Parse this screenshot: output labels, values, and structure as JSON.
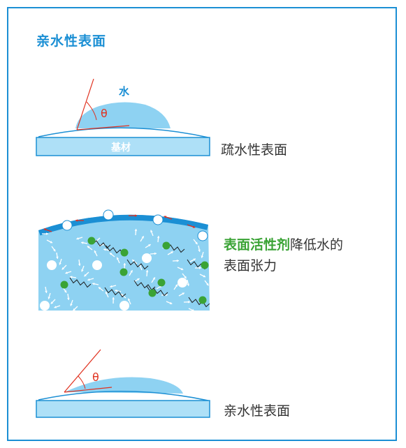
{
  "title": "亲水性表面",
  "top_diagram": {
    "water_label": "水",
    "angle_label": "θ",
    "base_label": "基材"
  },
  "hydrophobic_label": "疏水性表面",
  "surfactant_text": {
    "highlight": "表面活性剂",
    "rest_line1": "降低水的",
    "line2": "表面张力"
  },
  "bottom_diagram": {
    "angle_label": "θ"
  },
  "hydrophilic_label": "亲水性表面",
  "colors": {
    "frame": "#1b8fd4",
    "water": "#8ed2f2",
    "dark_water": "#1b8fd4",
    "surfactant": "#3aa335",
    "angle": "#e0301e",
    "base": "#aee0f7"
  }
}
